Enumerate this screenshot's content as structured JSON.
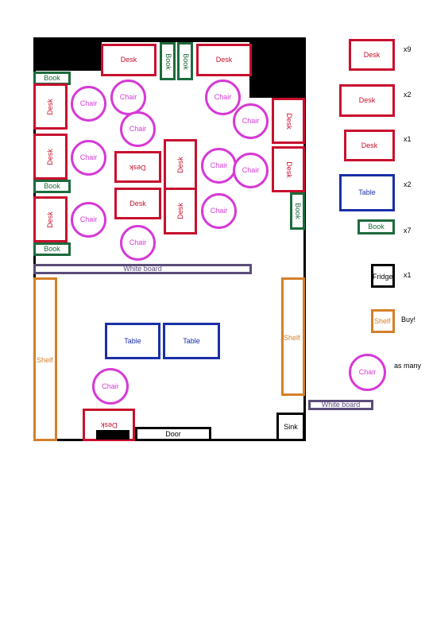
{
  "colors": {
    "desk": "#c8102e",
    "book": "#1d6b3c",
    "table": "#1a2fa8",
    "shelf": "#d4802a",
    "chair": "#d63ad6",
    "whiteboard": "#5b4d7a",
    "wall": "#000000"
  },
  "room": {
    "desk_label": "Desk",
    "book_label": "Book",
    "chair_label": "Chair",
    "table_label": "Table",
    "shelf_label": "Shelf",
    "whiteboard_label": "White board",
    "door_label": "Door",
    "sink_label": "Sink"
  },
  "legend": {
    "desk_a": {
      "label": "Desk",
      "count": "x9"
    },
    "desk_b": {
      "label": "Desk",
      "count": "x2"
    },
    "desk_c": {
      "label": "Desk",
      "count": "x1"
    },
    "table": {
      "label": "Table",
      "count": "x2"
    },
    "book": {
      "label": "Book",
      "count": "x7"
    },
    "fridge": {
      "label": "Fridge",
      "count": "x1"
    },
    "shelf": {
      "label": "Shelf",
      "count": "Buy!"
    },
    "chair": {
      "label": "Chair",
      "count": "as many"
    },
    "whiteboard": {
      "label": "White board"
    }
  }
}
